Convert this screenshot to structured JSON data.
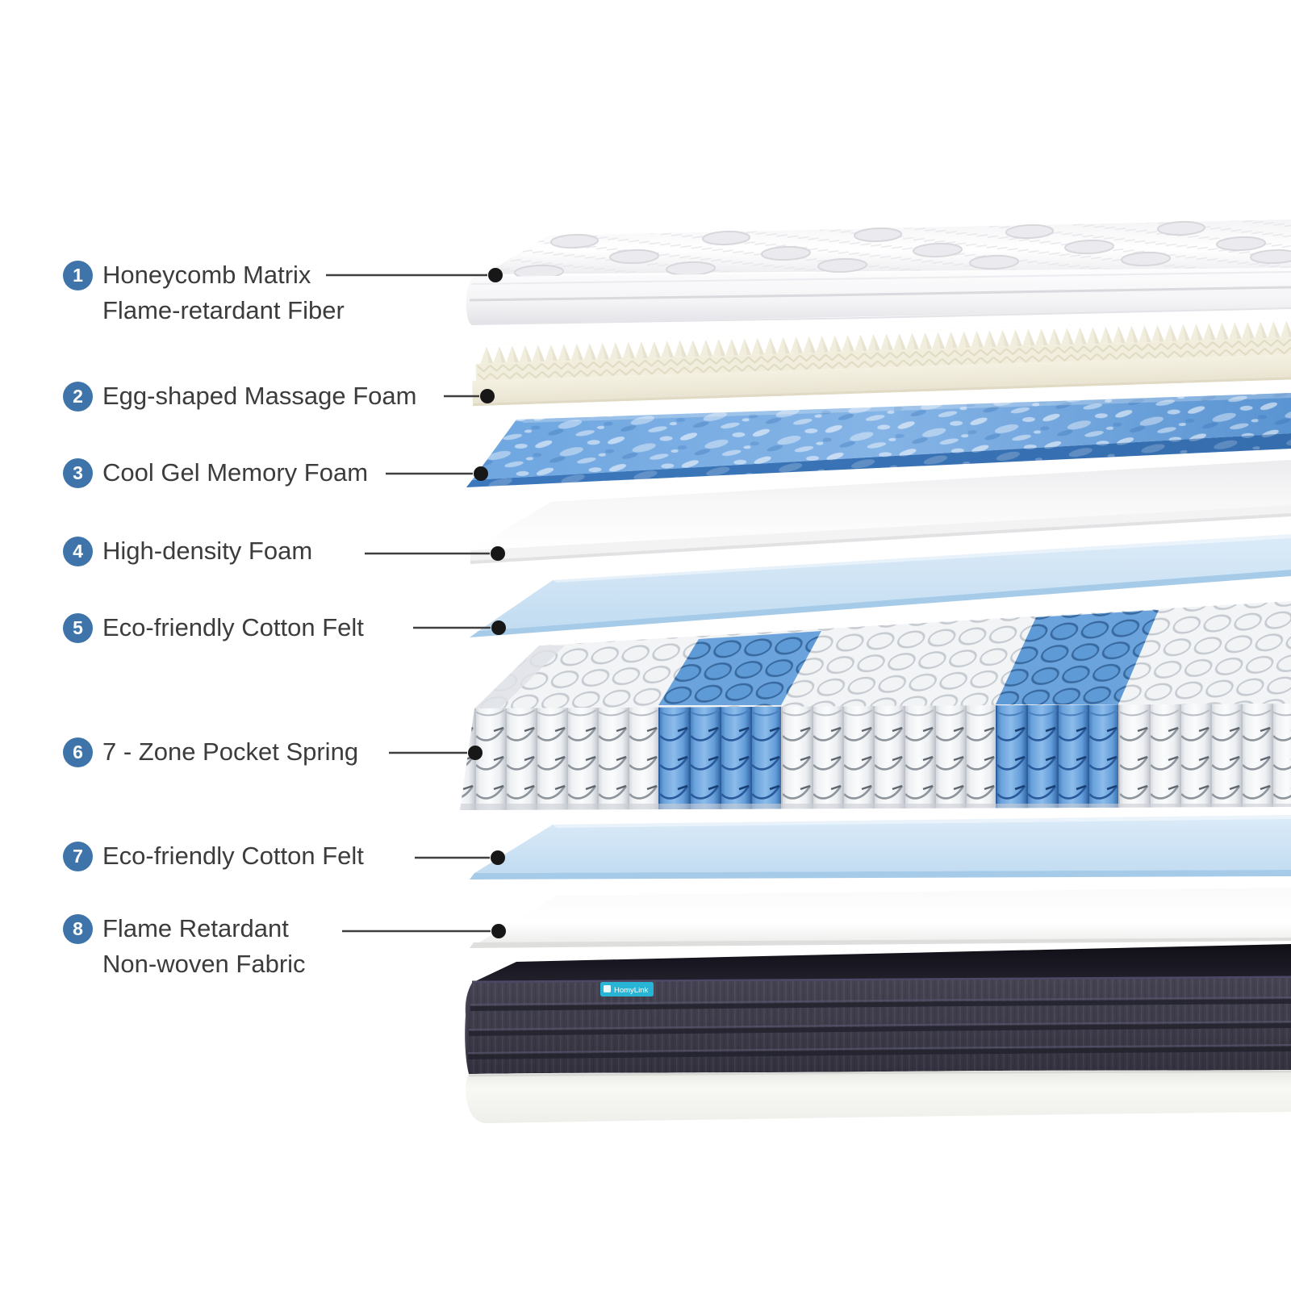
{
  "diagram": {
    "brand_tag": "HomyLink",
    "colors": {
      "badge_blue": "#3e74a9",
      "label_text": "#3c3c3c",
      "leader_line": "#3f3f3f",
      "gel_blue": "#5e9ad6",
      "felt_blue": "#c9dff2",
      "spring_blue": "#5e9ad6",
      "foam_cream": "#f2eedd",
      "mattress_dark": "#3e3c4a",
      "tag_cyan": "#27b4d5",
      "background": "#ffffff"
    },
    "labels": [
      {
        "number": "1",
        "line1": "Honeycomb Matrix",
        "line2": "Flame-retardant Fiber"
      },
      {
        "number": "2",
        "line1": "Egg-shaped Massage Foam",
        "line2": ""
      },
      {
        "number": "3",
        "line1": "Cool Gel Memory Foam",
        "line2": ""
      },
      {
        "number": "4",
        "line1": "High-density Foam",
        "line2": ""
      },
      {
        "number": "5",
        "line1": "Eco-friendly Cotton Felt",
        "line2": ""
      },
      {
        "number": "6",
        "line1": "7 - Zone Pocket Spring",
        "line2": ""
      },
      {
        "number": "7",
        "line1": "Eco-friendly Cotton Felt",
        "line2": ""
      },
      {
        "number": "8",
        "line1": "Flame Retardant",
        "line2": "Non-woven Fabric"
      }
    ]
  }
}
